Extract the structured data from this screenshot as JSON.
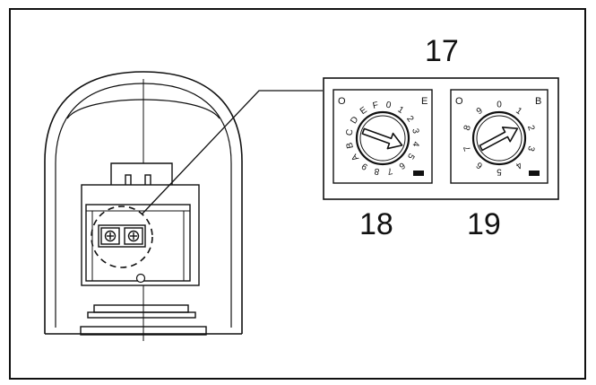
{
  "callouts": {
    "switch_group": "17",
    "left_switch": "18",
    "right_switch": "19"
  },
  "rotary_switches": {
    "left": {
      "corner_left": "O",
      "corner_right": "E",
      "dial_digits": [
        "0",
        "1",
        "2",
        "3",
        "4",
        "5",
        "6",
        "7",
        "8",
        "9",
        "A",
        "B",
        "C",
        "D",
        "E",
        "F"
      ]
    },
    "right": {
      "corner_left": "O",
      "corner_right": "B",
      "dial_digits": [
        "0",
        "1",
        "2",
        "3",
        "4",
        "5",
        "6",
        "7",
        "8",
        "9"
      ]
    }
  },
  "colors": {
    "line": "#111111",
    "background": "#ffffff"
  }
}
